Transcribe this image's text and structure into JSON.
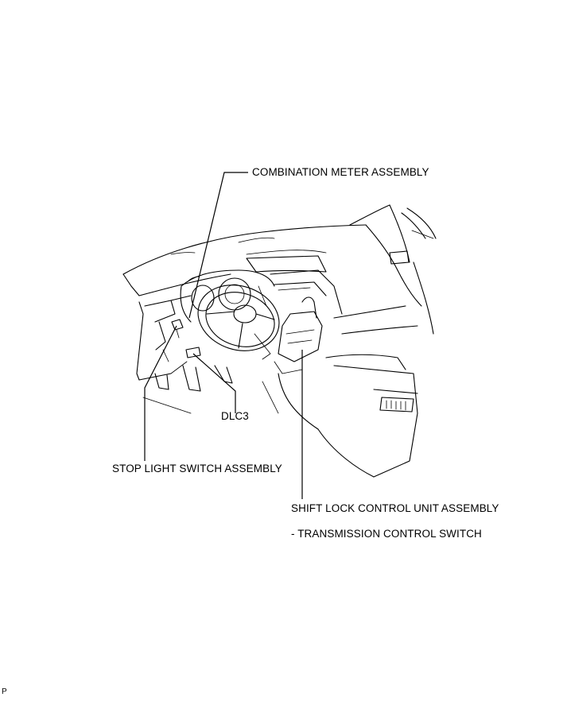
{
  "labels": {
    "combination_meter": "COMBINATION METER ASSEMBLY",
    "dlc3": "DLC3",
    "stop_light_switch": "STOP LIGHT SWITCH ASSEMBLY",
    "shift_lock_control": "SHIFT LOCK CONTROL UNIT ASSEMBLY",
    "transmission_control_switch": "- TRANSMISSION CONTROL SWITCH"
  },
  "footer": {
    "code": "P"
  }
}
